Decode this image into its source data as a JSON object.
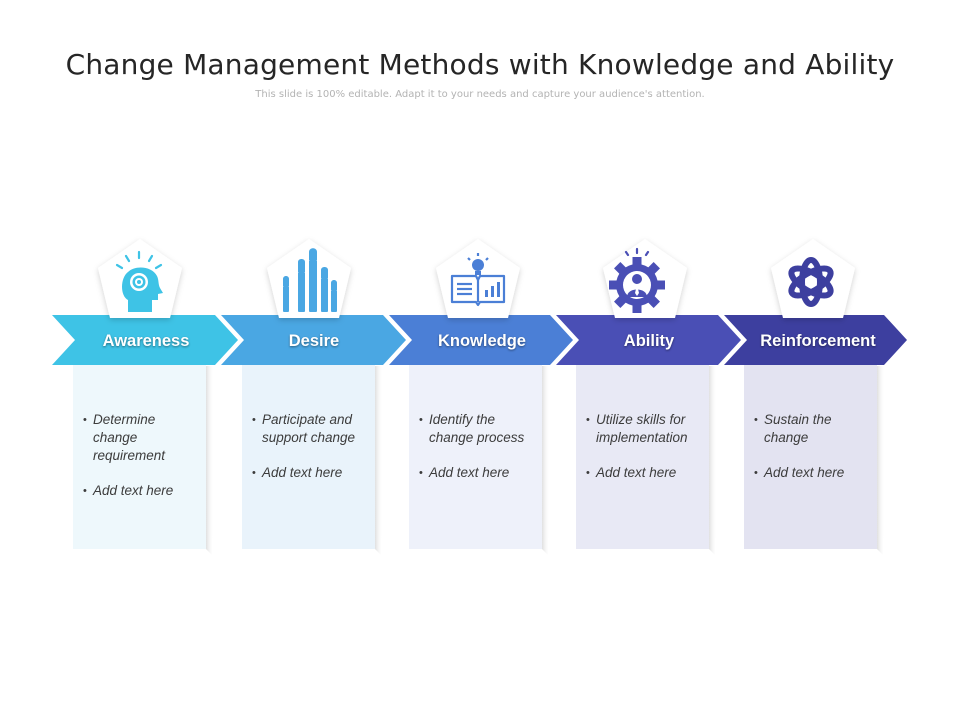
{
  "header": {
    "title": "Change Management Methods with Knowledge and Ability",
    "subtitle": "This slide is 100% editable. Adapt it to your needs and capture your audience's attention."
  },
  "steps": [
    {
      "label": "Awareness",
      "icon": "target-head-icon",
      "color": "#3ec3e6",
      "card_bg": "#eef8fc",
      "bullets": [
        "Determine change requirement",
        "Add text here"
      ]
    },
    {
      "label": "Desire",
      "icon": "raised-hands-icon",
      "color": "#4aa7e3",
      "card_bg": "#e9f3fb",
      "bullets": [
        "Participate and support change",
        "Add text here"
      ]
    },
    {
      "label": "Knowledge",
      "icon": "idea-book-icon",
      "color": "#4b7fd6",
      "card_bg": "#eef1fa",
      "bullets": [
        "Identify the change process",
        "Add text here"
      ]
    },
    {
      "label": "Ability",
      "icon": "gear-person-icon",
      "color": "#4a4fb5",
      "card_bg": "#e8e9f5",
      "bullets": [
        "Utilize skills for implementation",
        "Add text here"
      ]
    },
    {
      "label": "Reinforcement",
      "icon": "knot-icon",
      "color": "#3d3f9f",
      "card_bg": "#e3e3f1",
      "bullets": [
        "Sustain the change",
        "Add text here"
      ]
    }
  ]
}
